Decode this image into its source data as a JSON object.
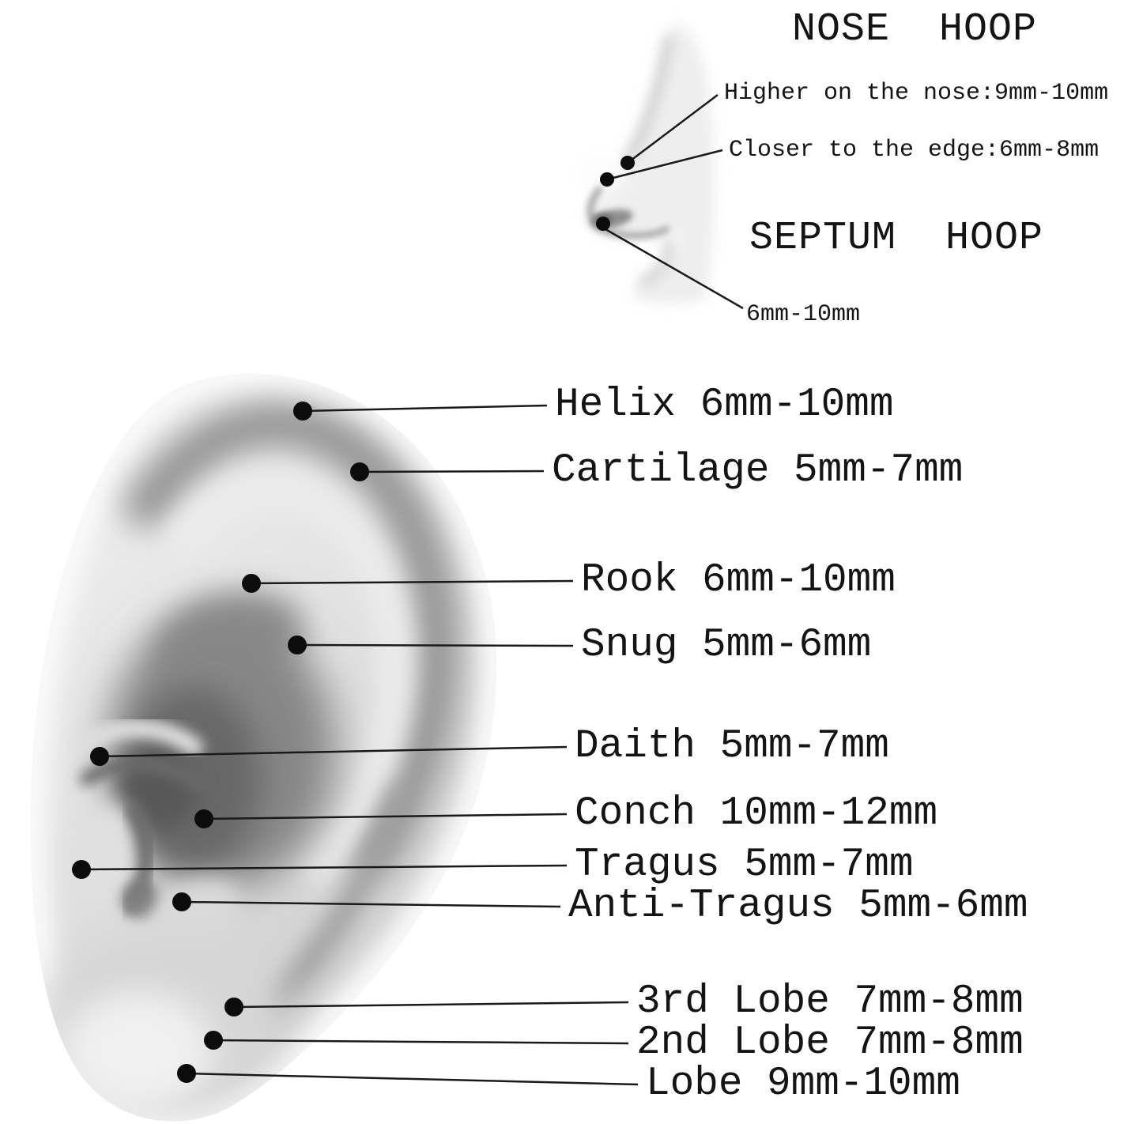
{
  "page": {
    "background": "#ffffff",
    "text_color": "#141414",
    "line_color": "#1a1a1a",
    "dot_color": "#0c0c0c"
  },
  "nose_section": {
    "title": "NOSE  HOOP",
    "septum_title": "SEPTUM  HOOP",
    "annotations": [
      {
        "id": "higher",
        "text": "Higher on the nose:9mm-10mm",
        "size": "9mm-10mm"
      },
      {
        "id": "closer",
        "text": "Closer to the edge:6mm-8mm",
        "size": "6mm-8mm"
      }
    ],
    "septum_size": "6mm-10mm"
  },
  "ear_section": {
    "labels": [
      {
        "name": "Helix",
        "size": "6mm-10mm",
        "text": "Helix 6mm-10mm"
      },
      {
        "name": "Cartilage",
        "size": "5mm-7mm",
        "text": "Cartilage 5mm-7mm"
      },
      {
        "name": "Rook",
        "size": "6mm-10mm",
        "text": "Rook 6mm-10mm"
      },
      {
        "name": "Snug",
        "size": "5mm-6mm",
        "text": "Snug 5mm-6mm"
      },
      {
        "name": "Daith",
        "size": "5mm-7mm",
        "text": "Daith 5mm-7mm"
      },
      {
        "name": "Conch",
        "size": "10mm-12mm",
        "text": "Conch 10mm-12mm"
      },
      {
        "name": "Tragus",
        "size": "5mm-7mm",
        "text": "Tragus 5mm-7mm"
      },
      {
        "name": "Anti-Tragus",
        "size": "5mm-6mm",
        "text": "Anti-Tragus 5mm-6mm"
      },
      {
        "name": "3rd Lobe",
        "size": "7mm-8mm",
        "text": "3rd Lobe 7mm-8mm"
      },
      {
        "name": "2nd Lobe",
        "size": "7mm-8mm",
        "text": "2nd Lobe 7mm-8mm"
      },
      {
        "name": "Lobe",
        "size": "9mm-10mm",
        "text": "Lobe 9mm-10mm"
      }
    ]
  }
}
